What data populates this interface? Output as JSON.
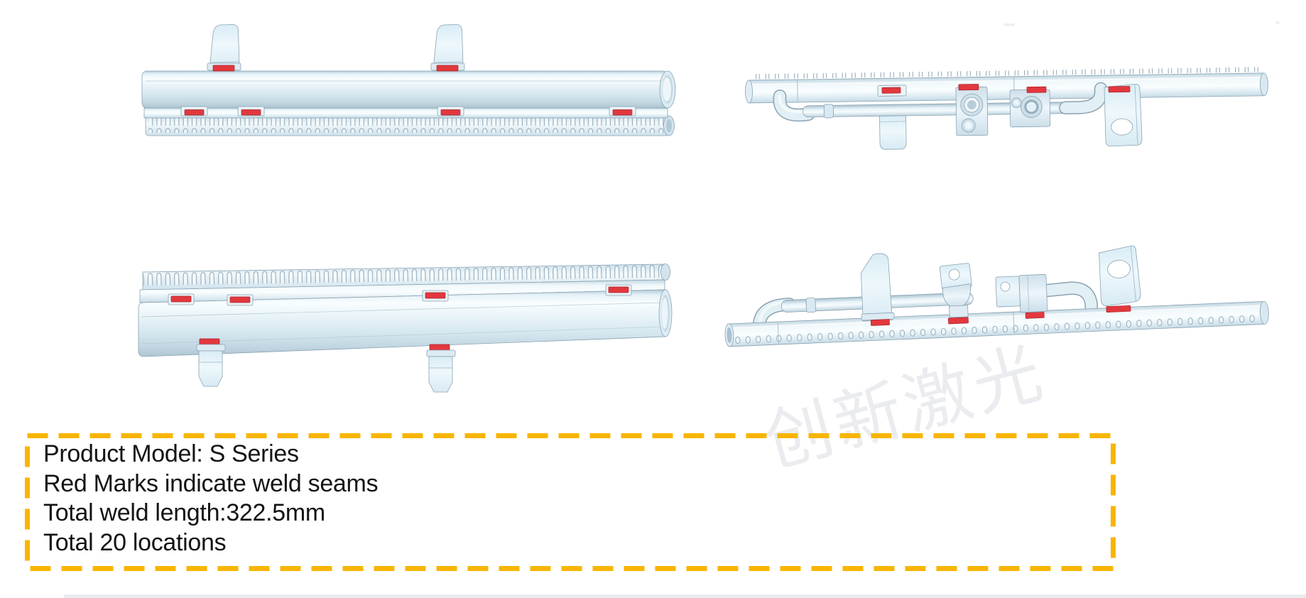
{
  "info_box": {
    "border_color": "#F8B500",
    "lines": [
      "Product Model: S Series",
      "Red Marks indicate weld seams",
      "Total weld length:322.5mm",
      "Total 20 locations"
    ]
  },
  "watermark": {
    "text": "创新激光"
  },
  "colors": {
    "weld_mark": "#E2383E",
    "outline": "#8AA3B2",
    "metal_light": "#E8F3F9",
    "border": "#F8B500"
  },
  "weld_marks": {
    "top_left_view": 6,
    "top_right_view": 4,
    "bottom_left_view": 6,
    "bottom_right_view": 4,
    "total_visible": 20
  }
}
